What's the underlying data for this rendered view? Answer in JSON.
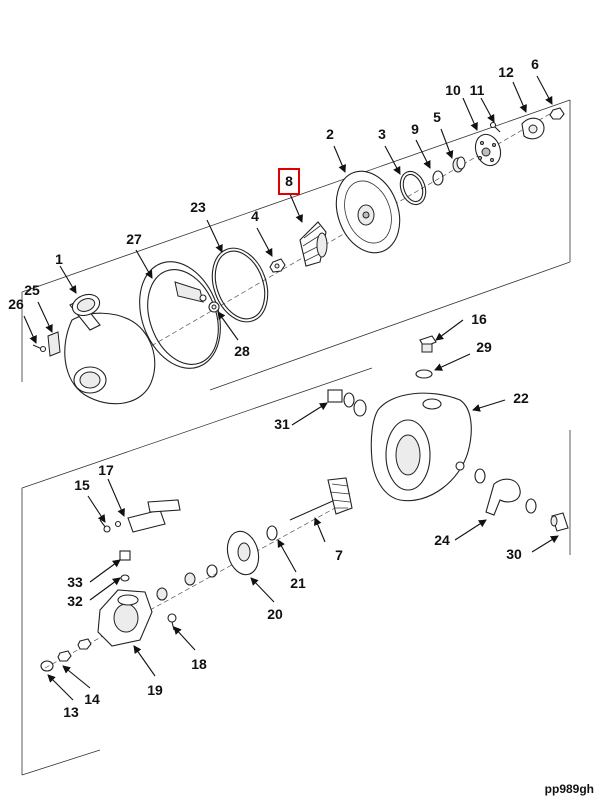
{
  "diagram": {
    "type": "exploded-parts-view",
    "reference_code": "pp989gh",
    "highlighted_callout": "8",
    "highlight_color": "#e00000",
    "callouts": [
      {
        "id": "1",
        "label": "1"
      },
      {
        "id": "2",
        "label": "2"
      },
      {
        "id": "3",
        "label": "3"
      },
      {
        "id": "4",
        "label": "4"
      },
      {
        "id": "5",
        "label": "5"
      },
      {
        "id": "6",
        "label": "6"
      },
      {
        "id": "7",
        "label": "7"
      },
      {
        "id": "8",
        "label": "8"
      },
      {
        "id": "9",
        "label": "9"
      },
      {
        "id": "10",
        "label": "10"
      },
      {
        "id": "11",
        "label": "11"
      },
      {
        "id": "12",
        "label": "12"
      },
      {
        "id": "13",
        "label": "13"
      },
      {
        "id": "14",
        "label": "14"
      },
      {
        "id": "15",
        "label": "15"
      },
      {
        "id": "16",
        "label": "16"
      },
      {
        "id": "17",
        "label": "17"
      },
      {
        "id": "18",
        "label": "18"
      },
      {
        "id": "19",
        "label": "19"
      },
      {
        "id": "20",
        "label": "20"
      },
      {
        "id": "21",
        "label": "21"
      },
      {
        "id": "22",
        "label": "22"
      },
      {
        "id": "23",
        "label": "23"
      },
      {
        "id": "24",
        "label": "24"
      },
      {
        "id": "25",
        "label": "25"
      },
      {
        "id": "26",
        "label": "26"
      },
      {
        "id": "27",
        "label": "27"
      },
      {
        "id": "28",
        "label": "28"
      },
      {
        "id": "29",
        "label": "29"
      },
      {
        "id": "30",
        "label": "30"
      },
      {
        "id": "31",
        "label": "31"
      },
      {
        "id": "32",
        "label": "32"
      },
      {
        "id": "33",
        "label": "33"
      }
    ]
  }
}
